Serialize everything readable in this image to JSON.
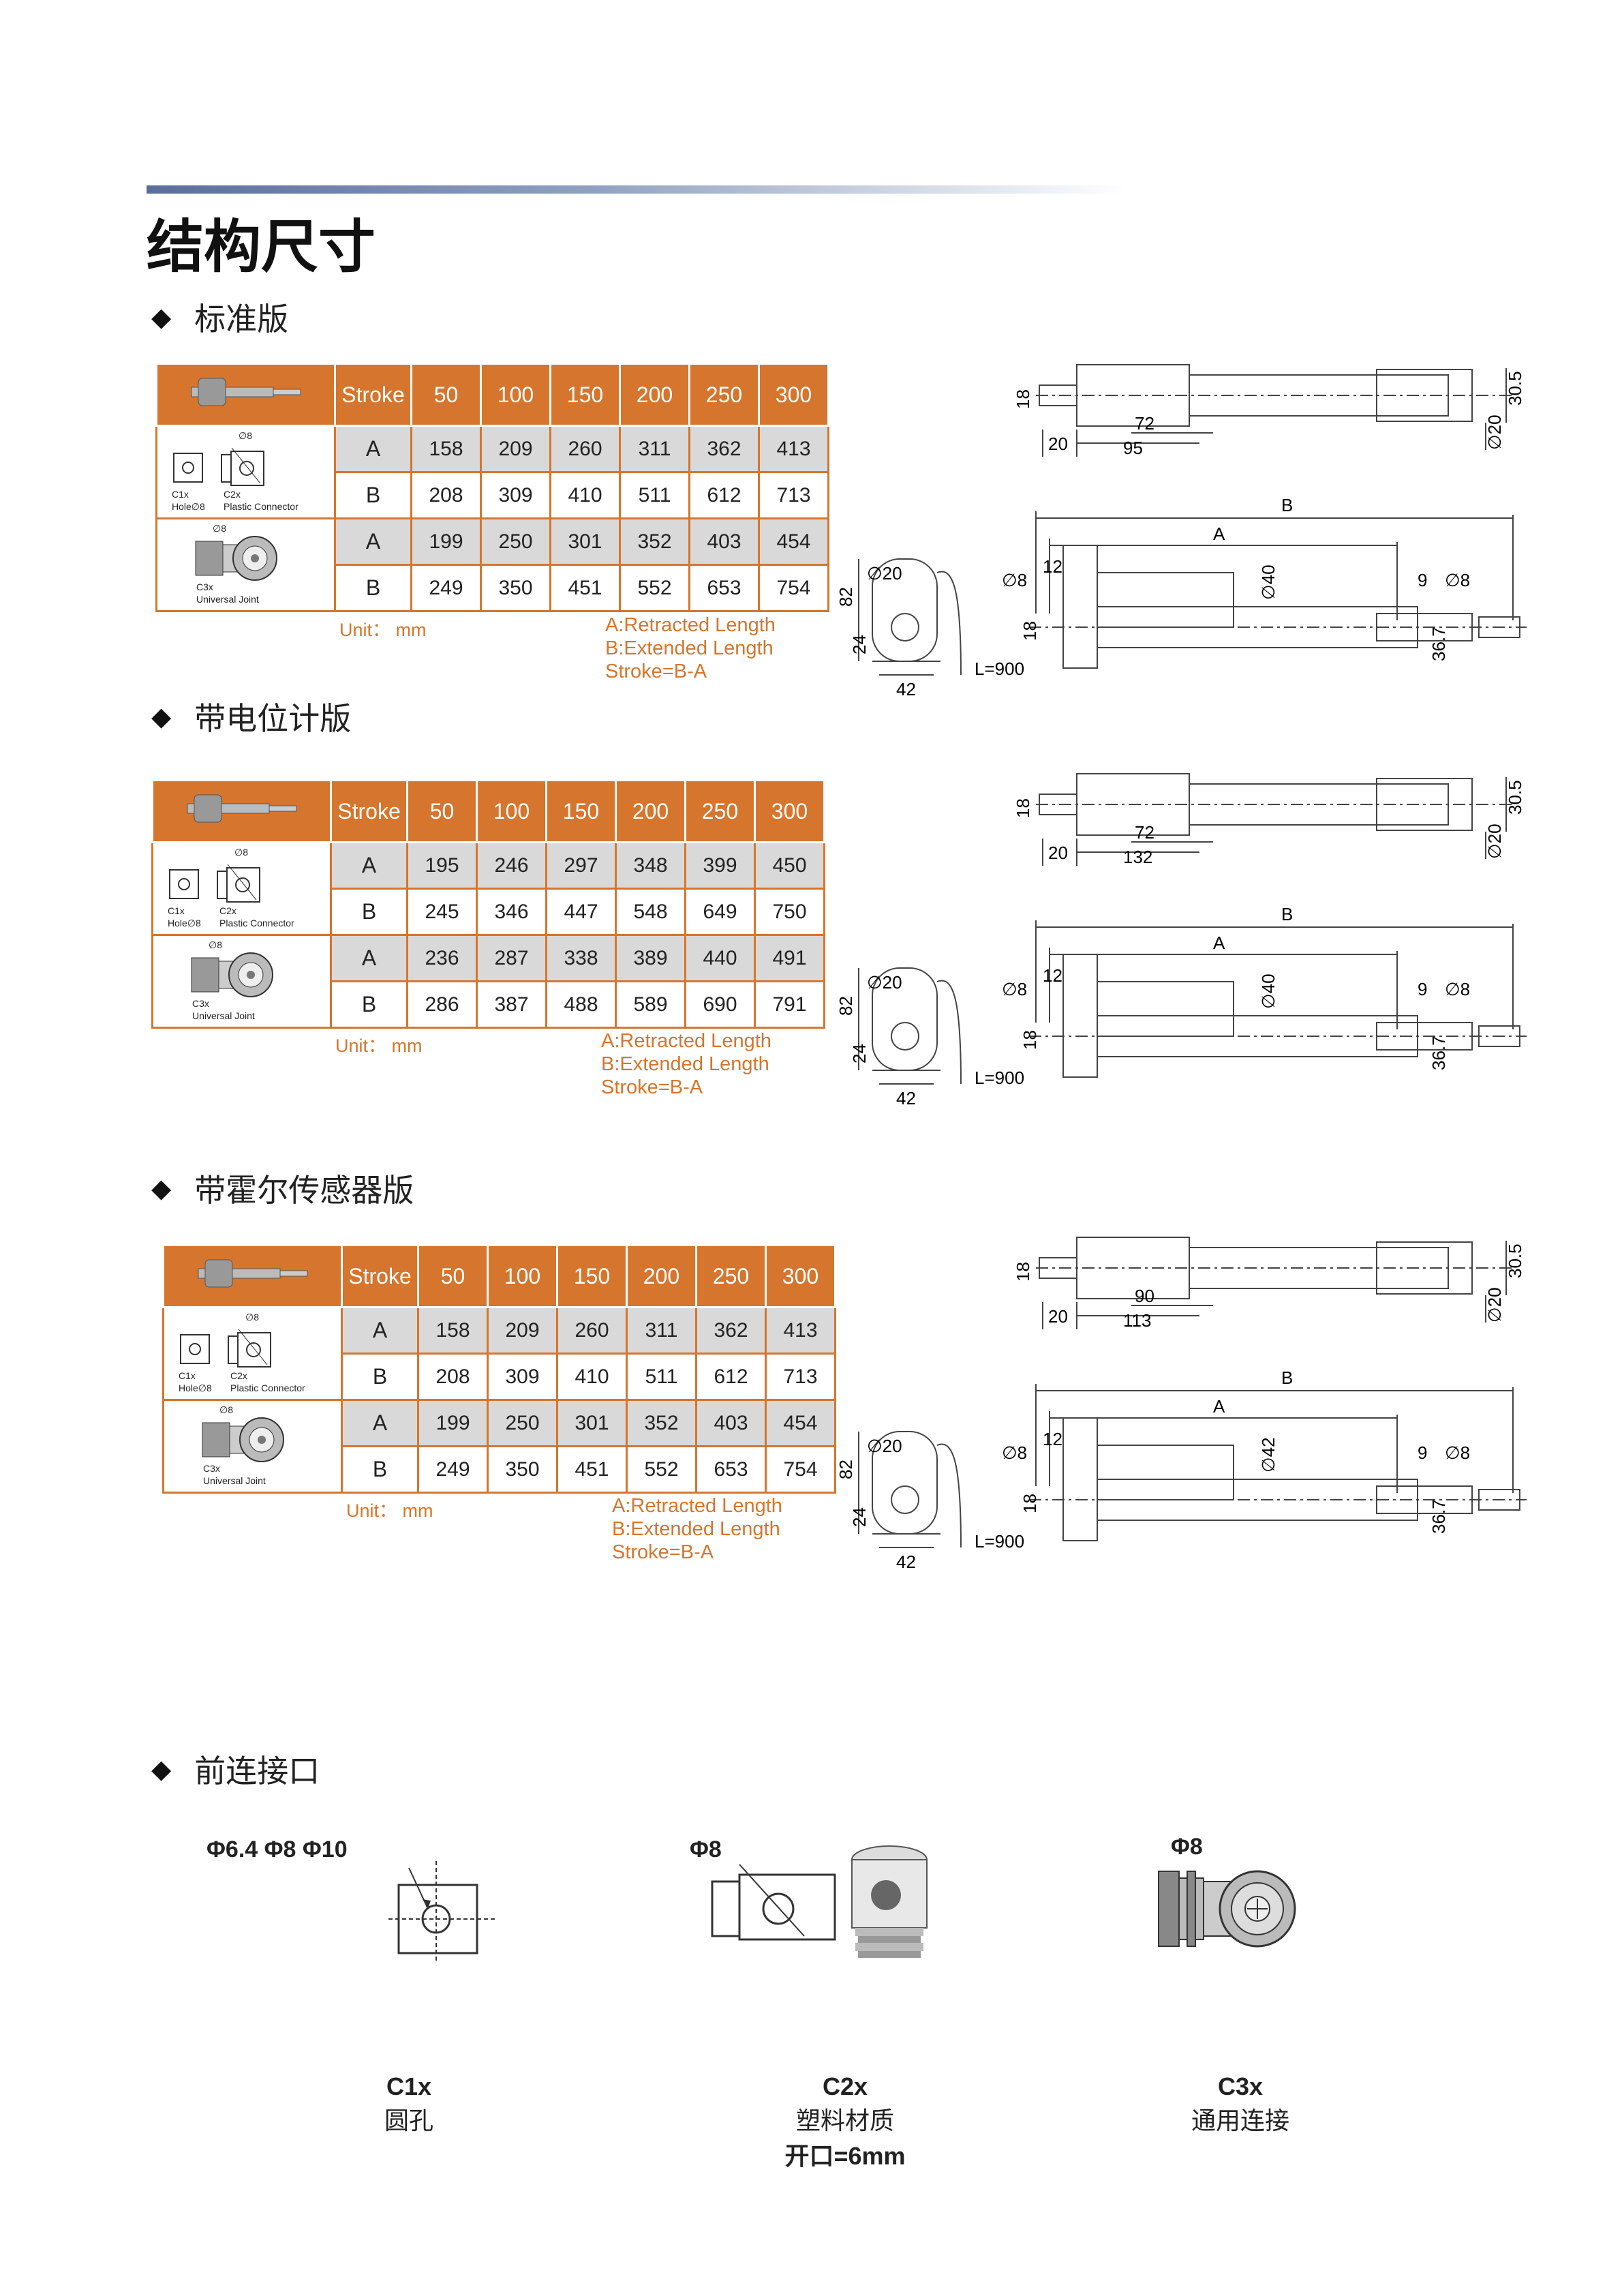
{
  "page_title": "结构尺寸",
  "sections": [
    {
      "heading": "标准版"
    },
    {
      "heading": "带电位计版"
    },
    {
      "heading": "带霍尔传感器版"
    },
    {
      "heading": "前连接口"
    }
  ],
  "tables": [
    {
      "header": [
        "Stroke",
        "50",
        "100",
        "150",
        "200",
        "250",
        "300"
      ],
      "group1": {
        "c1x": "C1x",
        "c1x_sub": "Hole∅8",
        "c2x": "C2x",
        "c2x_sub": "Plastic Connector",
        "phi": "∅8",
        "rows": [
          {
            "label": "A",
            "values": [
              "158",
              "209",
              "260",
              "311",
              "362",
              "413"
            ]
          },
          {
            "label": "B",
            "values": [
              "208",
              "309",
              "410",
              "511",
              "612",
              "713"
            ]
          }
        ]
      },
      "group2": {
        "c3x": "C3x",
        "c3x_sub": "Universal Joint",
        "phi": "∅8",
        "rows": [
          {
            "label": "A",
            "values": [
              "199",
              "250",
              "301",
              "352",
              "403",
              "454"
            ]
          },
          {
            "label": "B",
            "values": [
              "249",
              "350",
              "451",
              "552",
              "653",
              "754"
            ]
          }
        ]
      },
      "unit": "Unit： mm",
      "legend": [
        "A:Retracted Length",
        "B:Extended Length",
        "Stroke=B-A"
      ]
    },
    {
      "header": [
        "Stroke",
        "50",
        "100",
        "150",
        "200",
        "250",
        "300"
      ],
      "group1": {
        "c1x": "C1x",
        "c1x_sub": "Hole∅8",
        "c2x": "C2x",
        "c2x_sub": "Plastic Connector",
        "phi": "∅8",
        "rows": [
          {
            "label": "A",
            "values": [
              "195",
              "246",
              "297",
              "348",
              "399",
              "450"
            ]
          },
          {
            "label": "B",
            "values": [
              "245",
              "346",
              "447",
              "548",
              "649",
              "750"
            ]
          }
        ]
      },
      "group2": {
        "c3x": "C3x",
        "c3x_sub": "Universal Joint",
        "phi": "∅8",
        "rows": [
          {
            "label": "A",
            "values": [
              "236",
              "287",
              "338",
              "389",
              "440",
              "491"
            ]
          },
          {
            "label": "B",
            "values": [
              "286",
              "387",
              "488",
              "589",
              "690",
              "791"
            ]
          }
        ]
      },
      "unit": "Unit： mm",
      "legend": [
        "A:Retracted Length",
        "B:Extended Length",
        "Stroke=B-A"
      ]
    },
    {
      "header": [
        "Stroke",
        "50",
        "100",
        "150",
        "200",
        "250",
        "300"
      ],
      "group1": {
        "c1x": "C1x",
        "c1x_sub": "Hole∅8",
        "c2x": "C2x",
        "c2x_sub": "Plastic Connector",
        "phi": "∅8",
        "rows": [
          {
            "label": "A",
            "values": [
              "158",
              "209",
              "260",
              "311",
              "362",
              "413"
            ]
          },
          {
            "label": "B",
            "values": [
              "208",
              "309",
              "410",
              "511",
              "612",
              "713"
            ]
          }
        ]
      },
      "group2": {
        "c3x": "C3x",
        "c3x_sub": "Universal Joint",
        "phi": "∅8",
        "rows": [
          {
            "label": "A",
            "values": [
              "199",
              "250",
              "301",
              "352",
              "403",
              "454"
            ]
          },
          {
            "label": "B",
            "values": [
              "249",
              "350",
              "451",
              "552",
              "653",
              "754"
            ]
          }
        ]
      },
      "unit": "Unit： mm",
      "legend": [
        "A:Retracted Length",
        "B:Extended Length",
        "Stroke=B-A"
      ]
    }
  ],
  "drawings": [
    {
      "top": {
        "d18": "18",
        "d20": "20",
        "d72": "72",
        "d95": "95",
        "d30_5": "30.5",
        "phi20": "∅20"
      },
      "bottom": {
        "A": "A",
        "B": "B",
        "d82": "82",
        "phi20": "∅20",
        "d24": "24",
        "d42": "42",
        "L": "L=900",
        "phi8a": "∅8",
        "d12": "12",
        "d18": "18",
        "phi40": "∅40",
        "d9": "9",
        "phi8b": "∅8",
        "d36_7": "36.7"
      }
    },
    {
      "top": {
        "d18": "18",
        "d20": "20",
        "d72": "72",
        "d95": "132",
        "d30_5": "30.5",
        "phi20": "∅20"
      },
      "bottom": {
        "A": "A",
        "B": "B",
        "d82": "82",
        "phi20": "∅20",
        "d24": "24",
        "d42": "42",
        "L": "L=900",
        "phi8a": "∅8",
        "d12": "12",
        "d18": "18",
        "phi40": "∅40",
        "d9": "9",
        "phi8b": "∅8",
        "d36_7": "36.7"
      }
    },
    {
      "top": {
        "d18": "18",
        "d20": "20",
        "d72": "90",
        "d95": "113",
        "d30_5": "30.5",
        "phi20": "∅20"
      },
      "bottom": {
        "A": "A",
        "B": "B",
        "d82": "82",
        "phi20": "∅20",
        "d24": "24",
        "d42": "42",
        "L": "L=900",
        "phi8a": "∅8",
        "d12": "12",
        "d18": "18",
        "phi40": "∅42",
        "d9": "9",
        "phi8b": "∅8",
        "d36_7": "36.7"
      }
    }
  ],
  "connectors": {
    "c1x": {
      "dims": "Φ6.4  Φ8  Φ10",
      "code": "C1x",
      "desc": "圆孔"
    },
    "c2x": {
      "dims": "Φ8",
      "code": "C2x",
      "desc": "塑料材质",
      "desc2": "开口=6mm"
    },
    "c3x": {
      "dims": "Φ8",
      "code": "C3x",
      "desc": "通用连接"
    }
  },
  "colors": {
    "accent": "#d6752d",
    "grey_row": "#d9d9d9",
    "title_line": "#5a6e9a"
  }
}
